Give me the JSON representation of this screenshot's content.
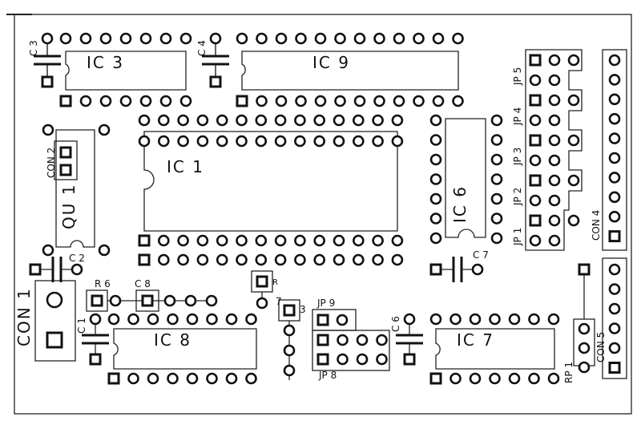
{
  "labels": {
    "ic3": "IC 3",
    "ic9": "IC 9",
    "ic1": "IC 1",
    "ic6": "IC 6",
    "ic8": "IC 8",
    "ic7": "IC 7",
    "c3": "C 3",
    "c4": "C 4",
    "c2": "C 2",
    "c1": "C 1",
    "c8": "C 8",
    "c6": "C 6",
    "c7": "C 7",
    "con1": "CON 1",
    "con2": "CON 2",
    "con4": "CON 4",
    "con5": "CON 5",
    "qu1": "QU 1",
    "r6": "R 6",
    "r": "R",
    "r7": "7",
    "r3": "3",
    "rp1": "RP 1",
    "jp9": "JP 9",
    "jp8": "JP 8",
    "jp1": "JP 1",
    "jp2": "JP 2",
    "jp3": "JP 3",
    "jp4": "JP 4",
    "jp5": "JP 5"
  }
}
